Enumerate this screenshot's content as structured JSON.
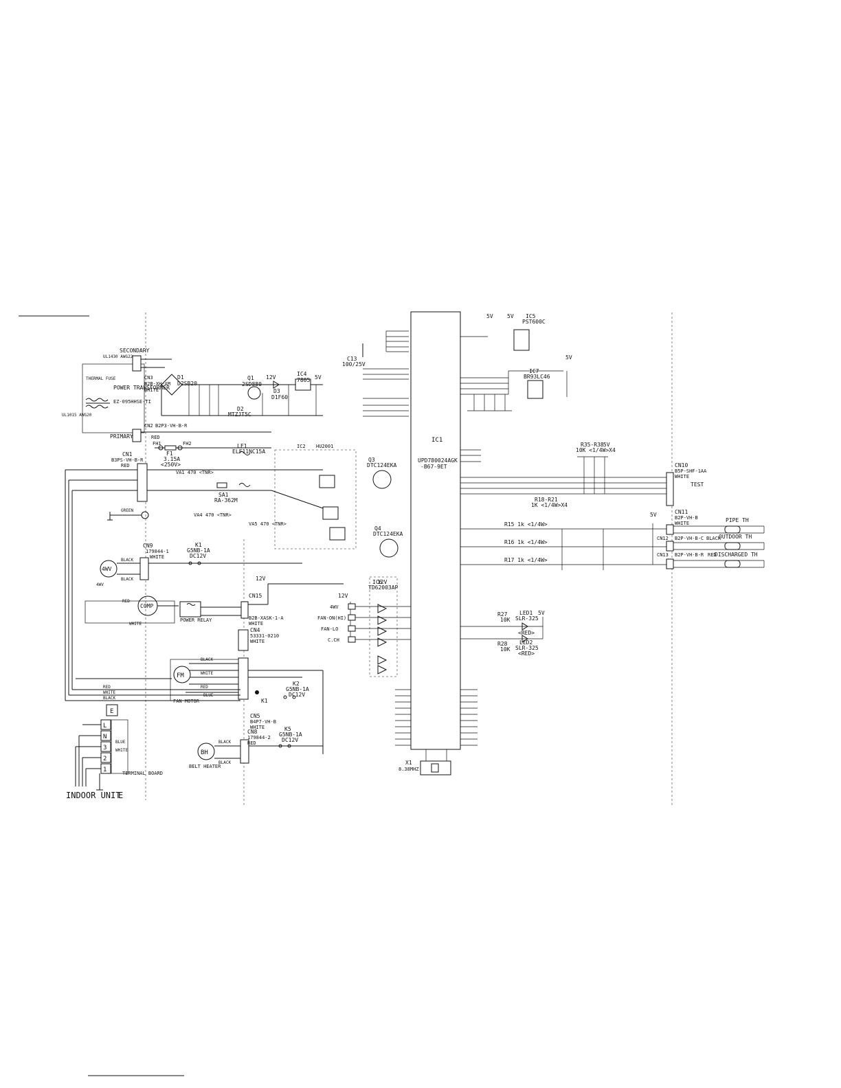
{
  "labels": {
    "secondary": "SECONDARY",
    "primary": "PRIMARY",
    "power_transformer": "POWER TRANSFORMER",
    "transformer_part": "EZ-095HHSE-TI",
    "thermal_fuse": "THERMAL FUSE",
    "cn3": "CN3",
    "cn3_type": "B2B-XH-AM",
    "cn3_color": "WHITE",
    "cn2": "CN2",
    "cn2_type": "B2P3-VH-B-R",
    "cn2_color": "RED",
    "cn1": "CN1",
    "cn1_type": "B3PS-VH-B-R",
    "cn1_color": "RED",
    "d1": "D1",
    "d1_part": "D2SB20",
    "q1": "Q1",
    "q1_part": "2SD880",
    "d3": "D3",
    "d3_part": "D1F60",
    "ic4": "IC4",
    "ic4_part": "7805",
    "d2": "D2",
    "d2_part": "MTZJT5C",
    "v12": "12V",
    "v5": "5V",
    "fh1": "FH1",
    "fh2": "FH2",
    "f1": "F1",
    "f1_rating": "3.15A",
    "f1_volt": "<250V>",
    "va1": "VA1 470 <TNR>",
    "va4": "VA4 470 <TNR>",
    "va5": "VA5 470 <TNR>",
    "sa1": "SA1",
    "sa1_part": "RA-362M",
    "lf1": "LF1",
    "lf1_part": "ELF11NC15A",
    "ic2": "IC2",
    "ic2_part": "HU2001",
    "ic1": "IC1",
    "ic1_part": "UPD780024AGK",
    "ic1_part2": "-B67-9ET",
    "ic5": "IC5",
    "ic5_part": "PST600C",
    "ic7": "IC7",
    "ic7_part": "BR93LC46",
    "ic6": "IC6",
    "ic6_part": "TD62003AP",
    "q3": "Q3",
    "q3_part": "DTC124EKA",
    "q4": "Q4",
    "q4_part": "DTC124EKA",
    "c13": "C13",
    "c13_val": "100/25V",
    "cn10": "CN10",
    "cn10_type": "B5P-SHF-1AA",
    "cn10_color": "WHITE",
    "test": "TEST",
    "cn11": "CN11",
    "cn11_type": "B2P-VH-B",
    "cn11_color": "WHITE",
    "cn12": "CN12",
    "cn12_type": "B2P-VH-B-C",
    "cn12_color": "BLACK",
    "cn13": "CN13",
    "cn13_type": "B2P-VH-B-R",
    "cn13_color": "RED",
    "pipe_th": "PIPE TH",
    "outdoor_th": "OUTDOOR TH",
    "discharged_th": "DISCHARGED TH",
    "r15": "R15 1k <1/4W>",
    "r16": "R16 1k <1/4W>",
    "r17": "R17 1k <1/4W>",
    "r35_38": "R35-R38",
    "r35_38_val": "10K <1/4W>X4",
    "r18_21": "R18-R21",
    "r18_21_val": "1K <1/4W>X4",
    "led1": "LED1",
    "led1_part": "SLR-325",
    "led1_color": "<RED>",
    "led2": "LED2",
    "led2_part": "SLR-325",
    "led2_color": "<RED>",
    "r27": "R27",
    "r27_val": "10K",
    "r28": "R28",
    "r28_val": "10K",
    "x1": "X1",
    "x1_freq": "8.38MHZ",
    "cn9": "CN9",
    "cn9_type": "179844-1",
    "cn9_color": "WHITE",
    "k1": "K1",
    "k1_part": "G5NB-1A",
    "k1_volt": "DC12V",
    "k2": "K2",
    "k2_part": "G5NB-1A",
    "k2_volt": "DC12V",
    "k5": "K5",
    "k5_part": "G5NB-1A",
    "k5_volt": "DC12V",
    "cn15": "CN15",
    "cn15_type": "B2B-XASK-1-A",
    "cn15_color": "WHITE",
    "cn4": "CN4",
    "cn4_type": "53331-0210",
    "cn4_color": "WHITE",
    "cn5": "CN5",
    "cn5_type": "B4P7-VH-B",
    "cn5_color": "WHITE",
    "cn8": "CN8",
    "cn8_type": "179844-2",
    "cn8_color": "RED",
    "fourwv": "4WV",
    "comp": "COMP",
    "fm": "FM",
    "bh": "BH",
    "power_relay": "POWER RELAY",
    "fan_motor": "FAN MOTOR",
    "belt_heater": "BELT HEATER",
    "terminal_board": "TERMINAL BOARD",
    "indoor_unit": "INDOOR UNIT",
    "earth": "E",
    "tb_l": "L",
    "tb_n": "N",
    "tb_3": "3",
    "tb_2": "2",
    "tb_1": "1",
    "sig_4wv": "4WV",
    "sig_fanhi": "FAN-ON(HI)",
    "sig_fanlo": "FAN-LO",
    "sig_cch": "C.CH",
    "wire_red": "RED",
    "wire_black": "BLACK",
    "wire_white": "WHITE",
    "wire_blue": "BLUE",
    "wire_green": "GREEN",
    "awg_ul1430": "UL1430 AWG22",
    "awg_ul1015": "UL1015 AWG20"
  }
}
